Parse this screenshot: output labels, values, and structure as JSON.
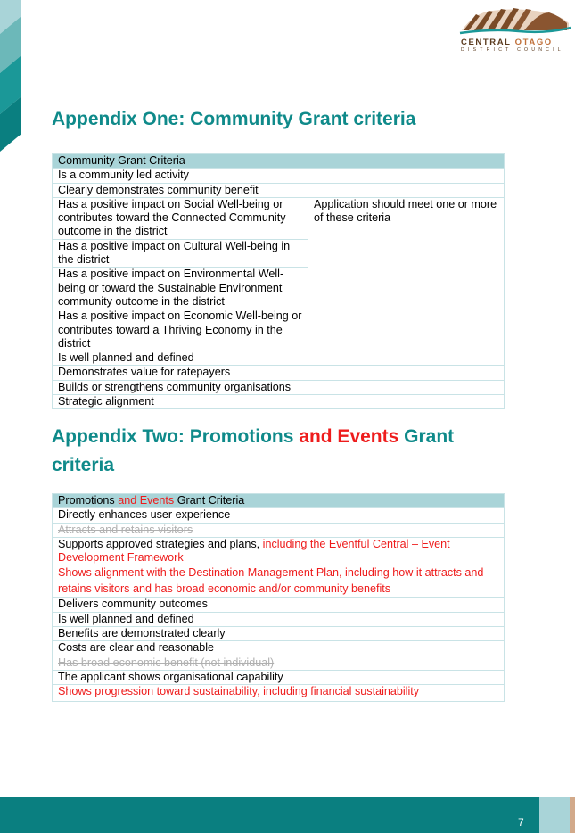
{
  "logo": {
    "line1_part1": "CENTRAL",
    "line1_part2": "OTAGO",
    "line2": "DISTRICT COUNCIL"
  },
  "appendix_one": {
    "title": "Appendix One: Community Grant criteria",
    "table": {
      "header": "Community Grant Criteria",
      "rows_before": [
        "Is a community led activity",
        "Clearly demonstrates community benefit"
      ],
      "grouped_rows": [
        "Has a positive impact on Social Well-being or contributes toward the Connected Community outcome in the district",
        "Has a positive impact on Cultural Well-being in the district",
        "Has a positive impact on Environmental Well-being or toward the Sustainable Environment community outcome in the district",
        "Has a positive impact on Economic Well-being or contributes toward a Thriving Economy in the district"
      ],
      "grouped_note": "Application should meet one or more of these criteria",
      "rows_after": [
        "Is well planned and defined",
        "Demonstrates value for ratepayers",
        "Builds or strengthens community organisations",
        "Strategic alignment"
      ]
    }
  },
  "appendix_two": {
    "title_part1": "Appendix Two: Promotions ",
    "title_part2_red": "and Events",
    "title_part3": " Grant criteria",
    "table": {
      "header_part1": "Promotions ",
      "header_part2_red": "and Events",
      "header_part3": " Grant Criteria",
      "rows": [
        {
          "text": "Directly enhances user experience",
          "style": "normal"
        },
        {
          "text": "Attracts and retains visitors",
          "style": "struck"
        },
        {
          "text": "Supports approved strategies and plans, ",
          "red_suffix": "including the Eventful Central – Event Development Framework",
          "style": "mixed"
        },
        {
          "text": "Shows alignment with the Destination Management Plan, including how it attracts and retains visitors and has broad economic and/or community benefits",
          "style": "red"
        },
        {
          "text": "Delivers community outcomes",
          "style": "normal"
        },
        {
          "text": "Is well planned and defined",
          "style": "normal"
        },
        {
          "text": "Benefits are demonstrated clearly",
          "style": "normal"
        },
        {
          "text": "Costs are clear and reasonable",
          "style": "normal"
        },
        {
          "text": "Has broad economic benefit (not individual)",
          "style": "struck"
        },
        {
          "text": "The applicant shows organisational capability",
          "style": "normal"
        },
        {
          "text": "Shows progression toward sustainability, including financial sustainability",
          "style": "red"
        }
      ]
    }
  },
  "footer": {
    "page_number": "7"
  },
  "colors": {
    "teal_heading": "#0f8a8a",
    "table_header_bg": "#a9d4d8",
    "table_border": "#c9e3e6",
    "red_revision": "#ee1c1c",
    "footer_teal": "#0a7f80"
  }
}
